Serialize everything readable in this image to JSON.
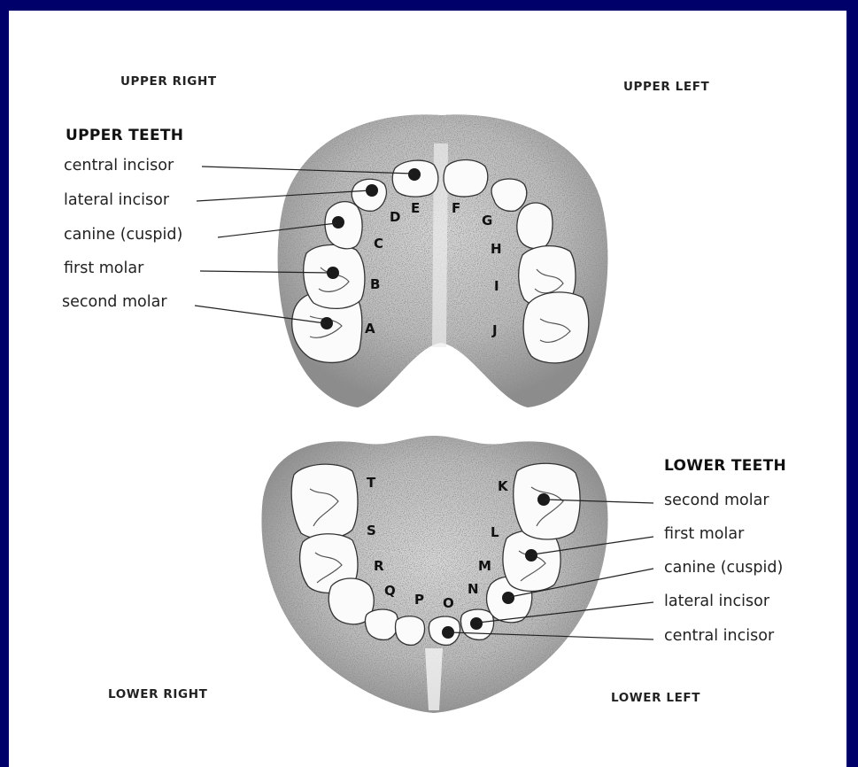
{
  "quadrants": {
    "upper_right": "UPPER RIGHT",
    "upper_left": "UPPER LEFT",
    "lower_right": "LOWER RIGHT",
    "lower_left": "LOWER LEFT"
  },
  "upper": {
    "heading": "UPPER TEETH",
    "labels": [
      "central incisor",
      "lateral incisor",
      "canine (cuspid)",
      "first molar",
      "second molar"
    ]
  },
  "lower": {
    "heading": "LOWER TEETH",
    "labels": [
      "second molar",
      "first molar",
      "canine (cuspid)",
      "lateral incisor",
      "central incisor"
    ]
  },
  "tooth_letters": {
    "upper": [
      "A",
      "B",
      "C",
      "D",
      "E",
      "F",
      "G",
      "H",
      "I",
      "J"
    ],
    "lower": [
      "K",
      "L",
      "M",
      "N",
      "O",
      "P",
      "Q",
      "R",
      "S",
      "T"
    ]
  },
  "colors": {
    "frame": "#00006b",
    "ink": "#222222",
    "stipple": "#7a7a7a",
    "dot": "#1a1a1a"
  }
}
